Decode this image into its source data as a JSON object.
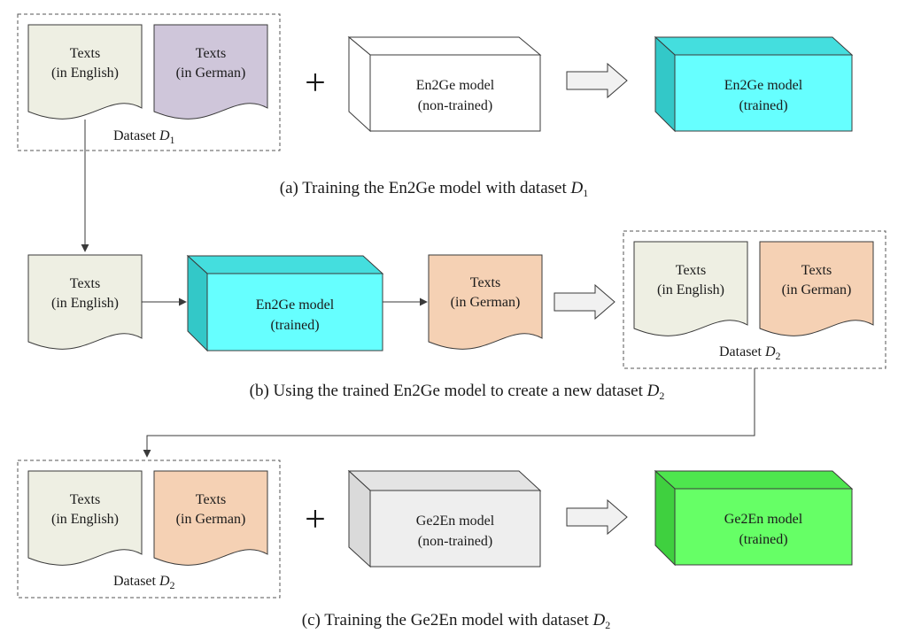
{
  "colors": {
    "english_doc": "#eeefe3",
    "german_doc_d1": "#cfc6da",
    "german_doc_d2": "#f5d1b4",
    "en2ge_trained": "#66ffff",
    "ge2en_untrained": "#eeeeee",
    "ge2en_trained": "#66ff66",
    "untrained_white": "#ffffff",
    "stroke": "#3a3a3a",
    "hollow_arrow": "#f1f1f1"
  },
  "documents": {
    "english_1": "Texts",
    "english_2": "(in English)",
    "german_1": "Texts",
    "german_2": "(in German)"
  },
  "models": {
    "en2ge_name": "En2Ge model",
    "ge2en_name": "Ge2En model",
    "non_trained": "(non-trained)",
    "trained": "(trained)"
  },
  "datasets": {
    "prefix": "Dataset",
    "symbol": "D",
    "d1_sub": "1",
    "d2_sub": "2"
  },
  "symbols": {
    "plus": "+"
  },
  "captions": {
    "a_text": "(a) Training the En2Ge model with dataset",
    "b_text": "(b) Using the trained En2Ge model to create a new dataset",
    "c_text": "(c) Training the Ge2En model with dataset"
  }
}
